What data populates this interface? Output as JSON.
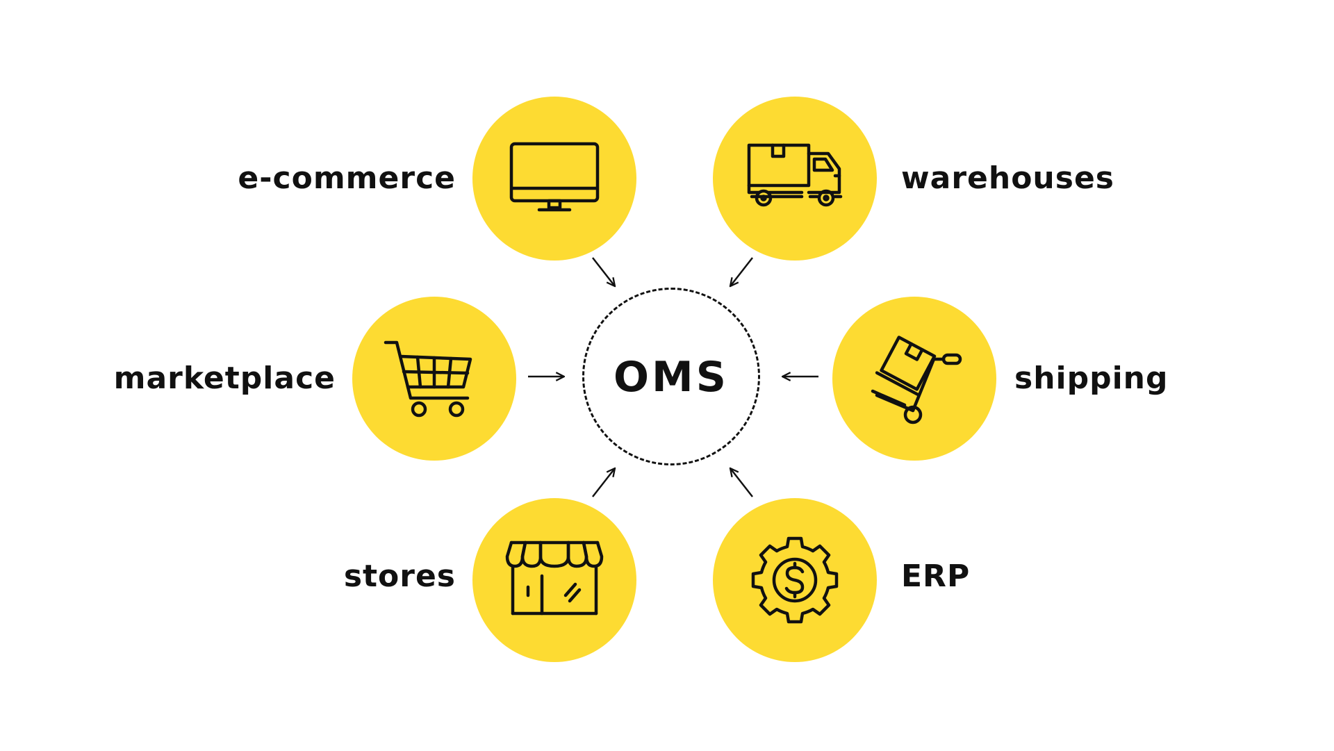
{
  "center": {
    "label": "OMS"
  },
  "nodes": [
    {
      "id": "ecommerce",
      "label": "e-commerce",
      "icon": "monitor-icon"
    },
    {
      "id": "warehouses",
      "label": "warehouses",
      "icon": "truck-icon"
    },
    {
      "id": "marketplace",
      "label": "marketplace",
      "icon": "shopping-cart-icon"
    },
    {
      "id": "shipping",
      "label": "shipping",
      "icon": "hand-truck-icon"
    },
    {
      "id": "stores",
      "label": "stores",
      "icon": "storefront-icon"
    },
    {
      "id": "erp",
      "label": "ERP",
      "icon": "gear-dollar-icon"
    }
  ],
  "colors": {
    "node_fill": "#FDDB32",
    "stroke": "#111111",
    "background": "#ffffff"
  }
}
